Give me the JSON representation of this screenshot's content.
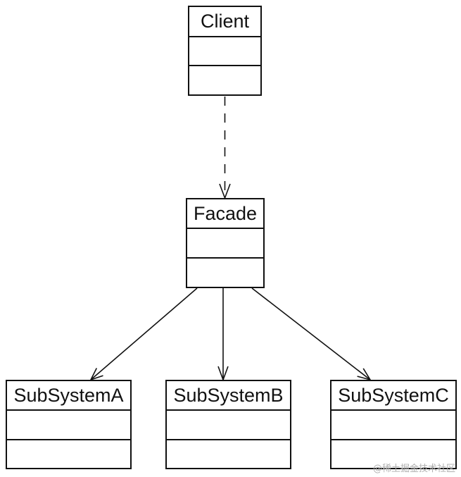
{
  "classes": {
    "client": {
      "name": "Client"
    },
    "facade": {
      "name": "Facade"
    },
    "subsystem_a": {
      "name": "SubSystemA"
    },
    "subsystem_b": {
      "name": "SubSystemB"
    },
    "subsystem_c": {
      "name": "SubSystemC"
    }
  },
  "relations": [
    {
      "from": "Client",
      "to": "Facade",
      "kind": "dependency"
    },
    {
      "from": "Facade",
      "to": "SubSystemA",
      "kind": "association"
    },
    {
      "from": "Facade",
      "to": "SubSystemB",
      "kind": "association"
    },
    {
      "from": "Facade",
      "to": "SubSystemC",
      "kind": "association"
    }
  ],
  "watermark": "@稀土掘金技术社区"
}
